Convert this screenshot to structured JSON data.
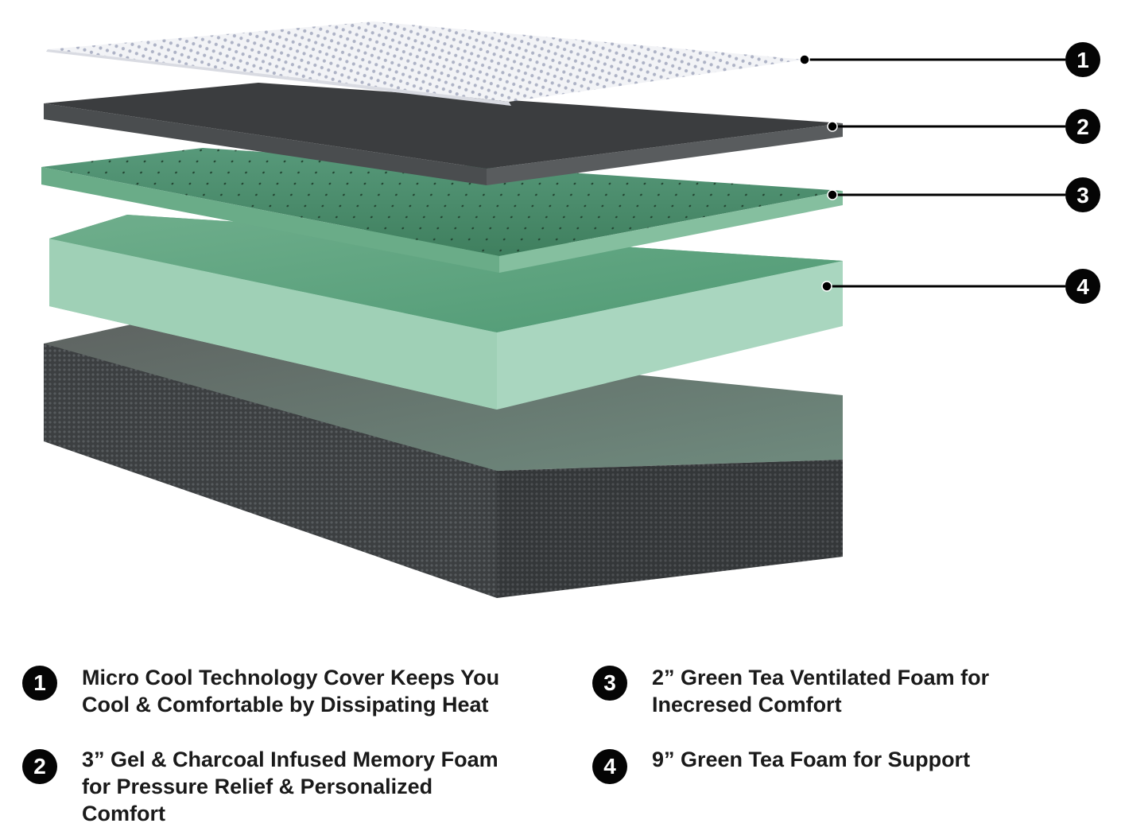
{
  "layers": [
    {
      "number": "1",
      "caption": "Micro Cool Technology Cover Keeps You\nCool & Comfortable by Dissipating Heat"
    },
    {
      "number": "2",
      "caption": "3” Gel & Charcoal Infused Memory Foam\nfor Pressure Relief & Personalized\nComfort"
    },
    {
      "number": "3",
      "caption": "2”  Green Tea Ventilated Foam for\nInecresed Comfort"
    },
    {
      "number": "4",
      "caption": "9” Green Tea Foam for Support"
    }
  ],
  "colors": {
    "cover": "#e9ebf0",
    "charcoal": "#3a3c3e",
    "green_vent": "#5f9f7a",
    "green_support": "#9dcfb4",
    "base": "#46494b",
    "badge": "#050505"
  }
}
